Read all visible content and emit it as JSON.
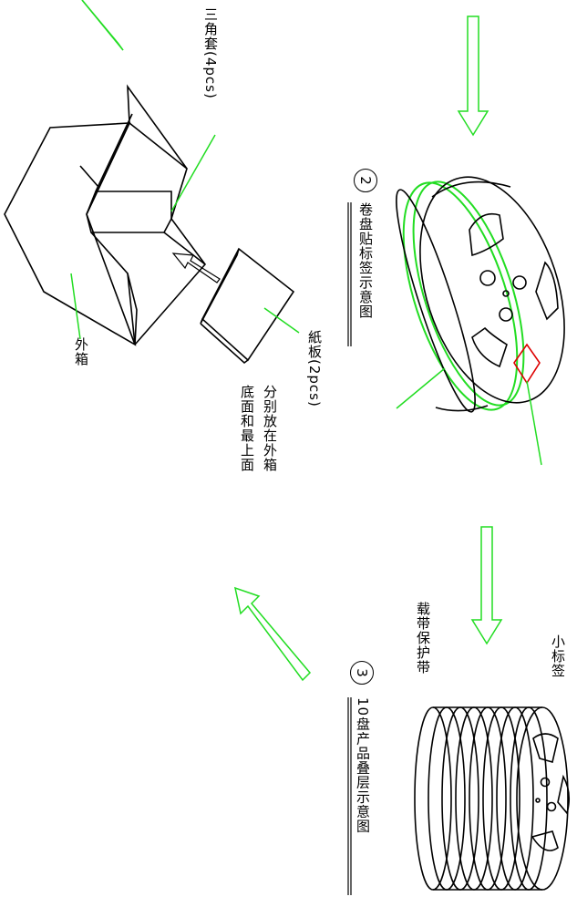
{
  "labels": {
    "triangle_sleeve": "三角套(4pcs)",
    "outer_box": "外箱",
    "board": "紙板(2pcs)",
    "board_note_line1": "分别放在外箱",
    "board_note_line2": "底面和最上面",
    "step2_number": "2",
    "step2_title": "卷盘贴标签示意图",
    "step3_number": "3",
    "step3_title": "10盘产品叠层示意图",
    "carrier_tape": "载带保护带",
    "small_label": "小标签"
  },
  "colors": {
    "leader_line": "#22dd22",
    "arrow_outline": "#22dd22",
    "label_marker": "#dd0000",
    "line": "#000000"
  },
  "icons": {
    "flow_arrow": "arrow-down-outline",
    "number_circle": "circled-number"
  }
}
